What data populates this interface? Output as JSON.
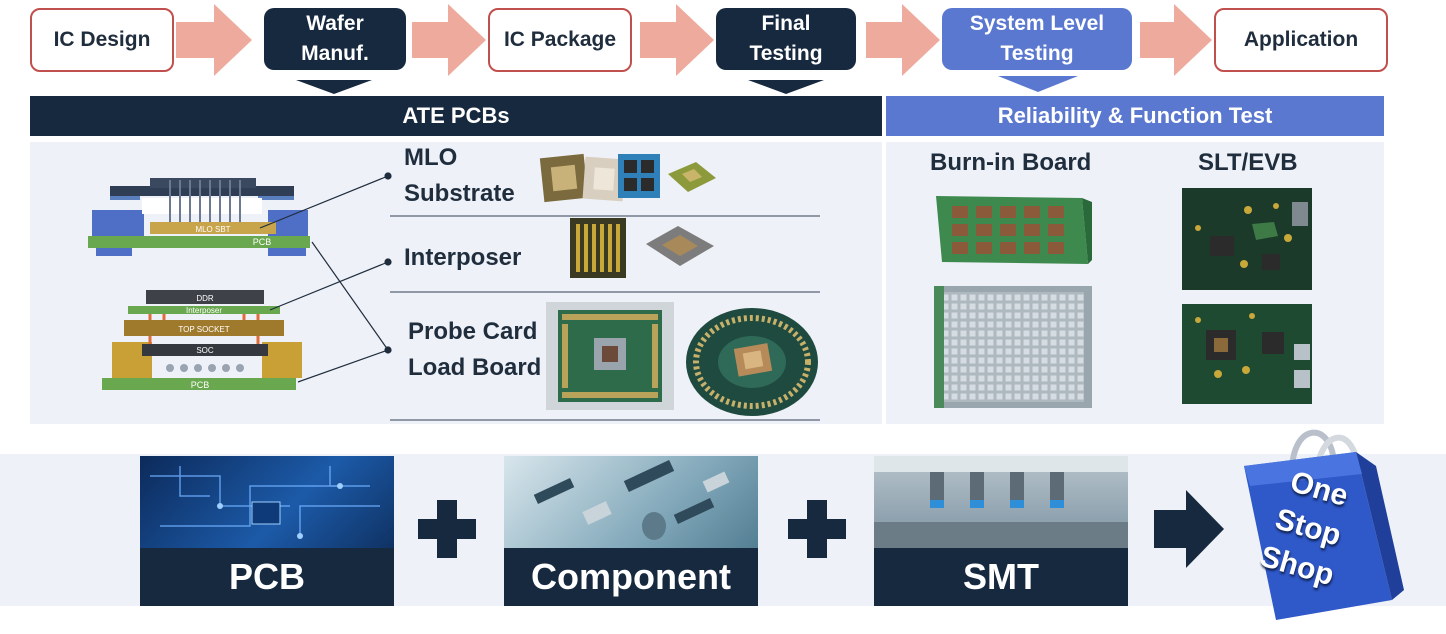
{
  "process_flow": [
    {
      "label": "IC Design",
      "style": "outline"
    },
    {
      "label": "Wafer Manuf.",
      "style": "dark"
    },
    {
      "label": "IC Package",
      "style": "outline"
    },
    {
      "label": "Final Testing",
      "style": "dark"
    },
    {
      "label": "System Level Testing",
      "style": "blue"
    },
    {
      "label": "Application",
      "style": "outline"
    }
  ],
  "banners": {
    "ate": "ATE PCBs",
    "reliability": "Reliability & Function Test"
  },
  "ate_products": {
    "mlo": "MLO Substrate",
    "interposer": "Interposer",
    "probe": "Probe Card Load Board"
  },
  "stack_labels": {
    "mlo_sbt": "MLO SBT",
    "pcb_top": "PCB",
    "ddr": "DDR",
    "interposer": "Interposer",
    "top_socket": "TOP SOCKET",
    "soc": "SOC",
    "pcb_bottom": "PCB"
  },
  "reliability_products": {
    "burn_in": "Burn-in Board",
    "slt": "SLT/EVB"
  },
  "services": {
    "pcb": "PCB",
    "plus1": "+",
    "component": "Component",
    "plus2": "+",
    "smt": "SMT"
  },
  "one_stop": [
    "One",
    "Stop",
    "Shop"
  ],
  "colors": {
    "dark_navy": "#17293f",
    "accent_blue": "#5a78cf",
    "outline_red": "#c0504d",
    "arrow_salmon": "#eeaa9c",
    "panel_bg": "#eef1f7"
  }
}
